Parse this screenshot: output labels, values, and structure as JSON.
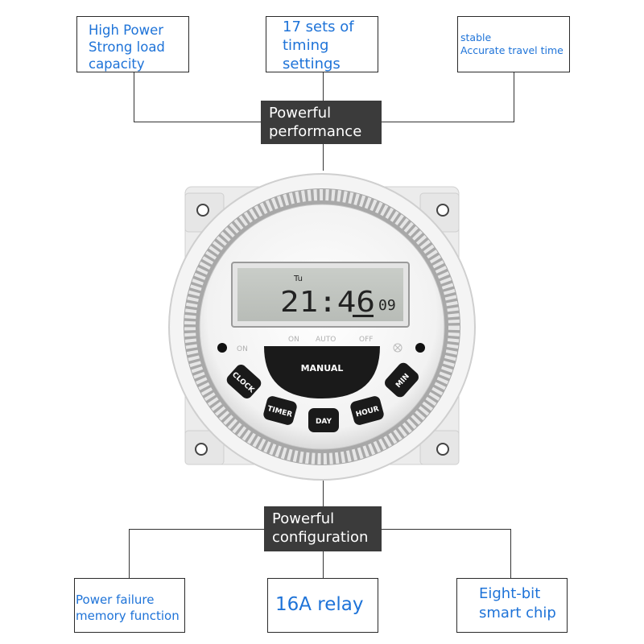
{
  "top_boxes": [
    {
      "lines": [
        "High Power",
        "Strong load",
        "capacity"
      ]
    },
    {
      "lines": [
        "17 sets of",
        "timing",
        "settings"
      ]
    },
    {
      "lines": [
        "stable",
        "Accurate travel time"
      ]
    }
  ],
  "banner_top": {
    "lines": [
      "Powerful",
      "performance"
    ]
  },
  "banner_bottom": {
    "lines": [
      "Powerful",
      "configuration"
    ]
  },
  "bottom_boxes": [
    {
      "lines": [
        "Power failure",
        "memory function"
      ]
    },
    {
      "lines": [
        "16A relay"
      ]
    },
    {
      "lines": [
        "Eight-bit",
        "smart chip"
      ]
    }
  ],
  "device": {
    "lcd": {
      "day": "Tu",
      "time": "21:46",
      "seconds": "09"
    },
    "indicators": {
      "on_left": "ON",
      "on": "ON",
      "auto": "AUTO",
      "off": "OFF"
    },
    "buttons": {
      "manual": "MANUAL",
      "clock": "CLOCK",
      "timer": "TIMER",
      "day": "DAY",
      "hour": "HOUR",
      "min": "MIN"
    }
  },
  "colors": {
    "text_blue": "#1e73d8",
    "banner_bg": "#3b3b3b",
    "button_black": "#1a1a1a"
  }
}
